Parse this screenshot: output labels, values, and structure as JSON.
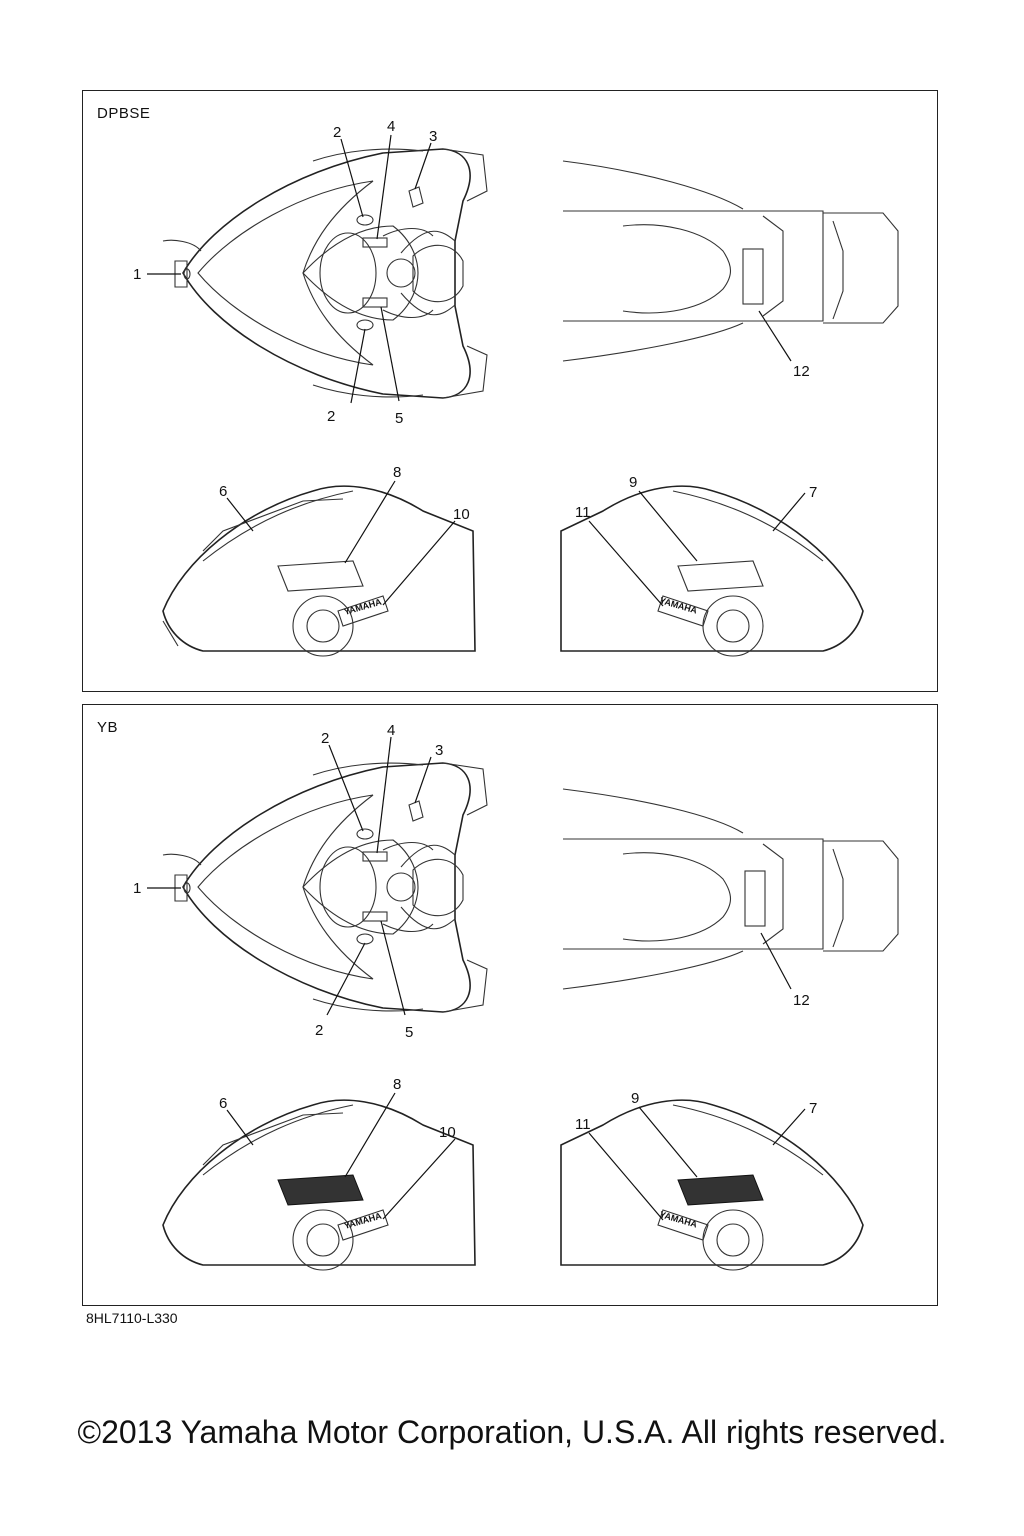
{
  "panels": [
    {
      "label": "DPBSE",
      "callouts": [
        "1",
        "2",
        "2",
        "3",
        "4",
        "5",
        "6",
        "7",
        "8",
        "9",
        "10",
        "11",
        "12"
      ]
    },
    {
      "label": "YB",
      "callouts": [
        "1",
        "2",
        "2",
        "3",
        "4",
        "5",
        "6",
        "7",
        "8",
        "9",
        "10",
        "11",
        "12"
      ]
    }
  ],
  "part_code": "8HL7110-L330",
  "copyright": "©2013 Yamaha Motor Corporation, U.S.A. All rights reserved.",
  "decal_text": "YAMAHA"
}
